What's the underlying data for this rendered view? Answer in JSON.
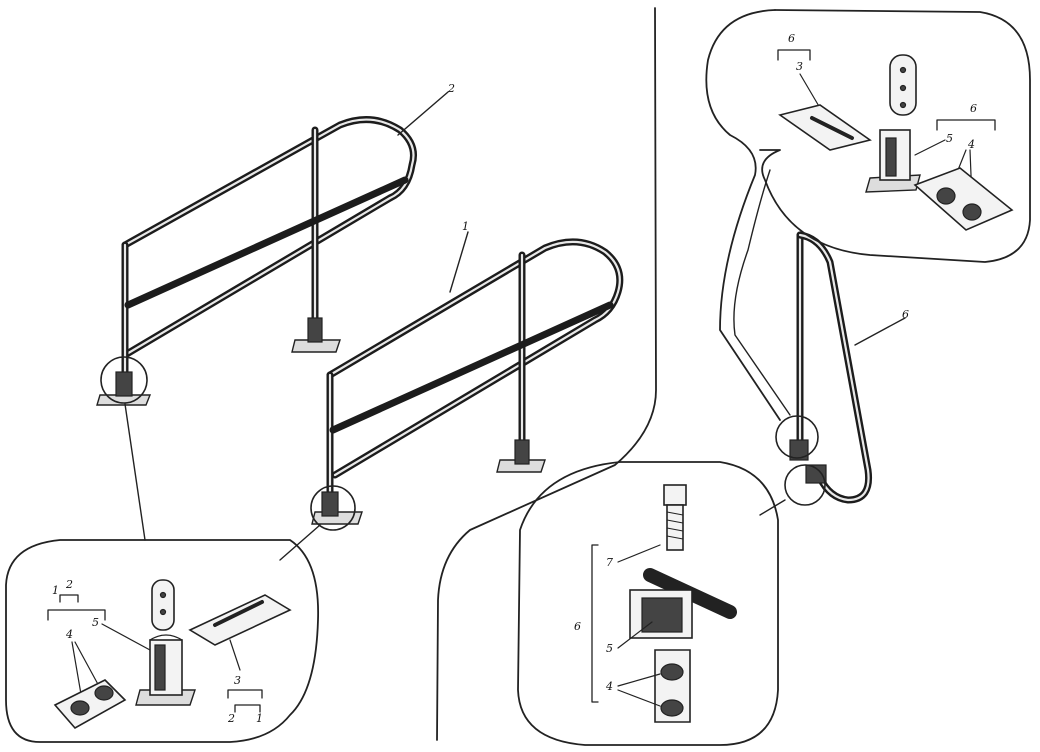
{
  "figure": {
    "main_labels": {
      "rail_1": "1",
      "rail_2": "2",
      "rail_6": "6"
    },
    "detail_bottom_left": {
      "bracket_1": "1",
      "bracket_2": "2",
      "nuts": "4",
      "bracket": "5",
      "bolt": "3",
      "bracket_2b": "2",
      "bracket_1b": "1"
    },
    "detail_top_right": {
      "group": "6",
      "bolt": "3",
      "group_b": "6",
      "bracket": "5",
      "nuts": "4"
    },
    "detail_bottom_right": {
      "bolt": "7",
      "group": "6",
      "bracket": "5",
      "nuts": "4"
    }
  }
}
